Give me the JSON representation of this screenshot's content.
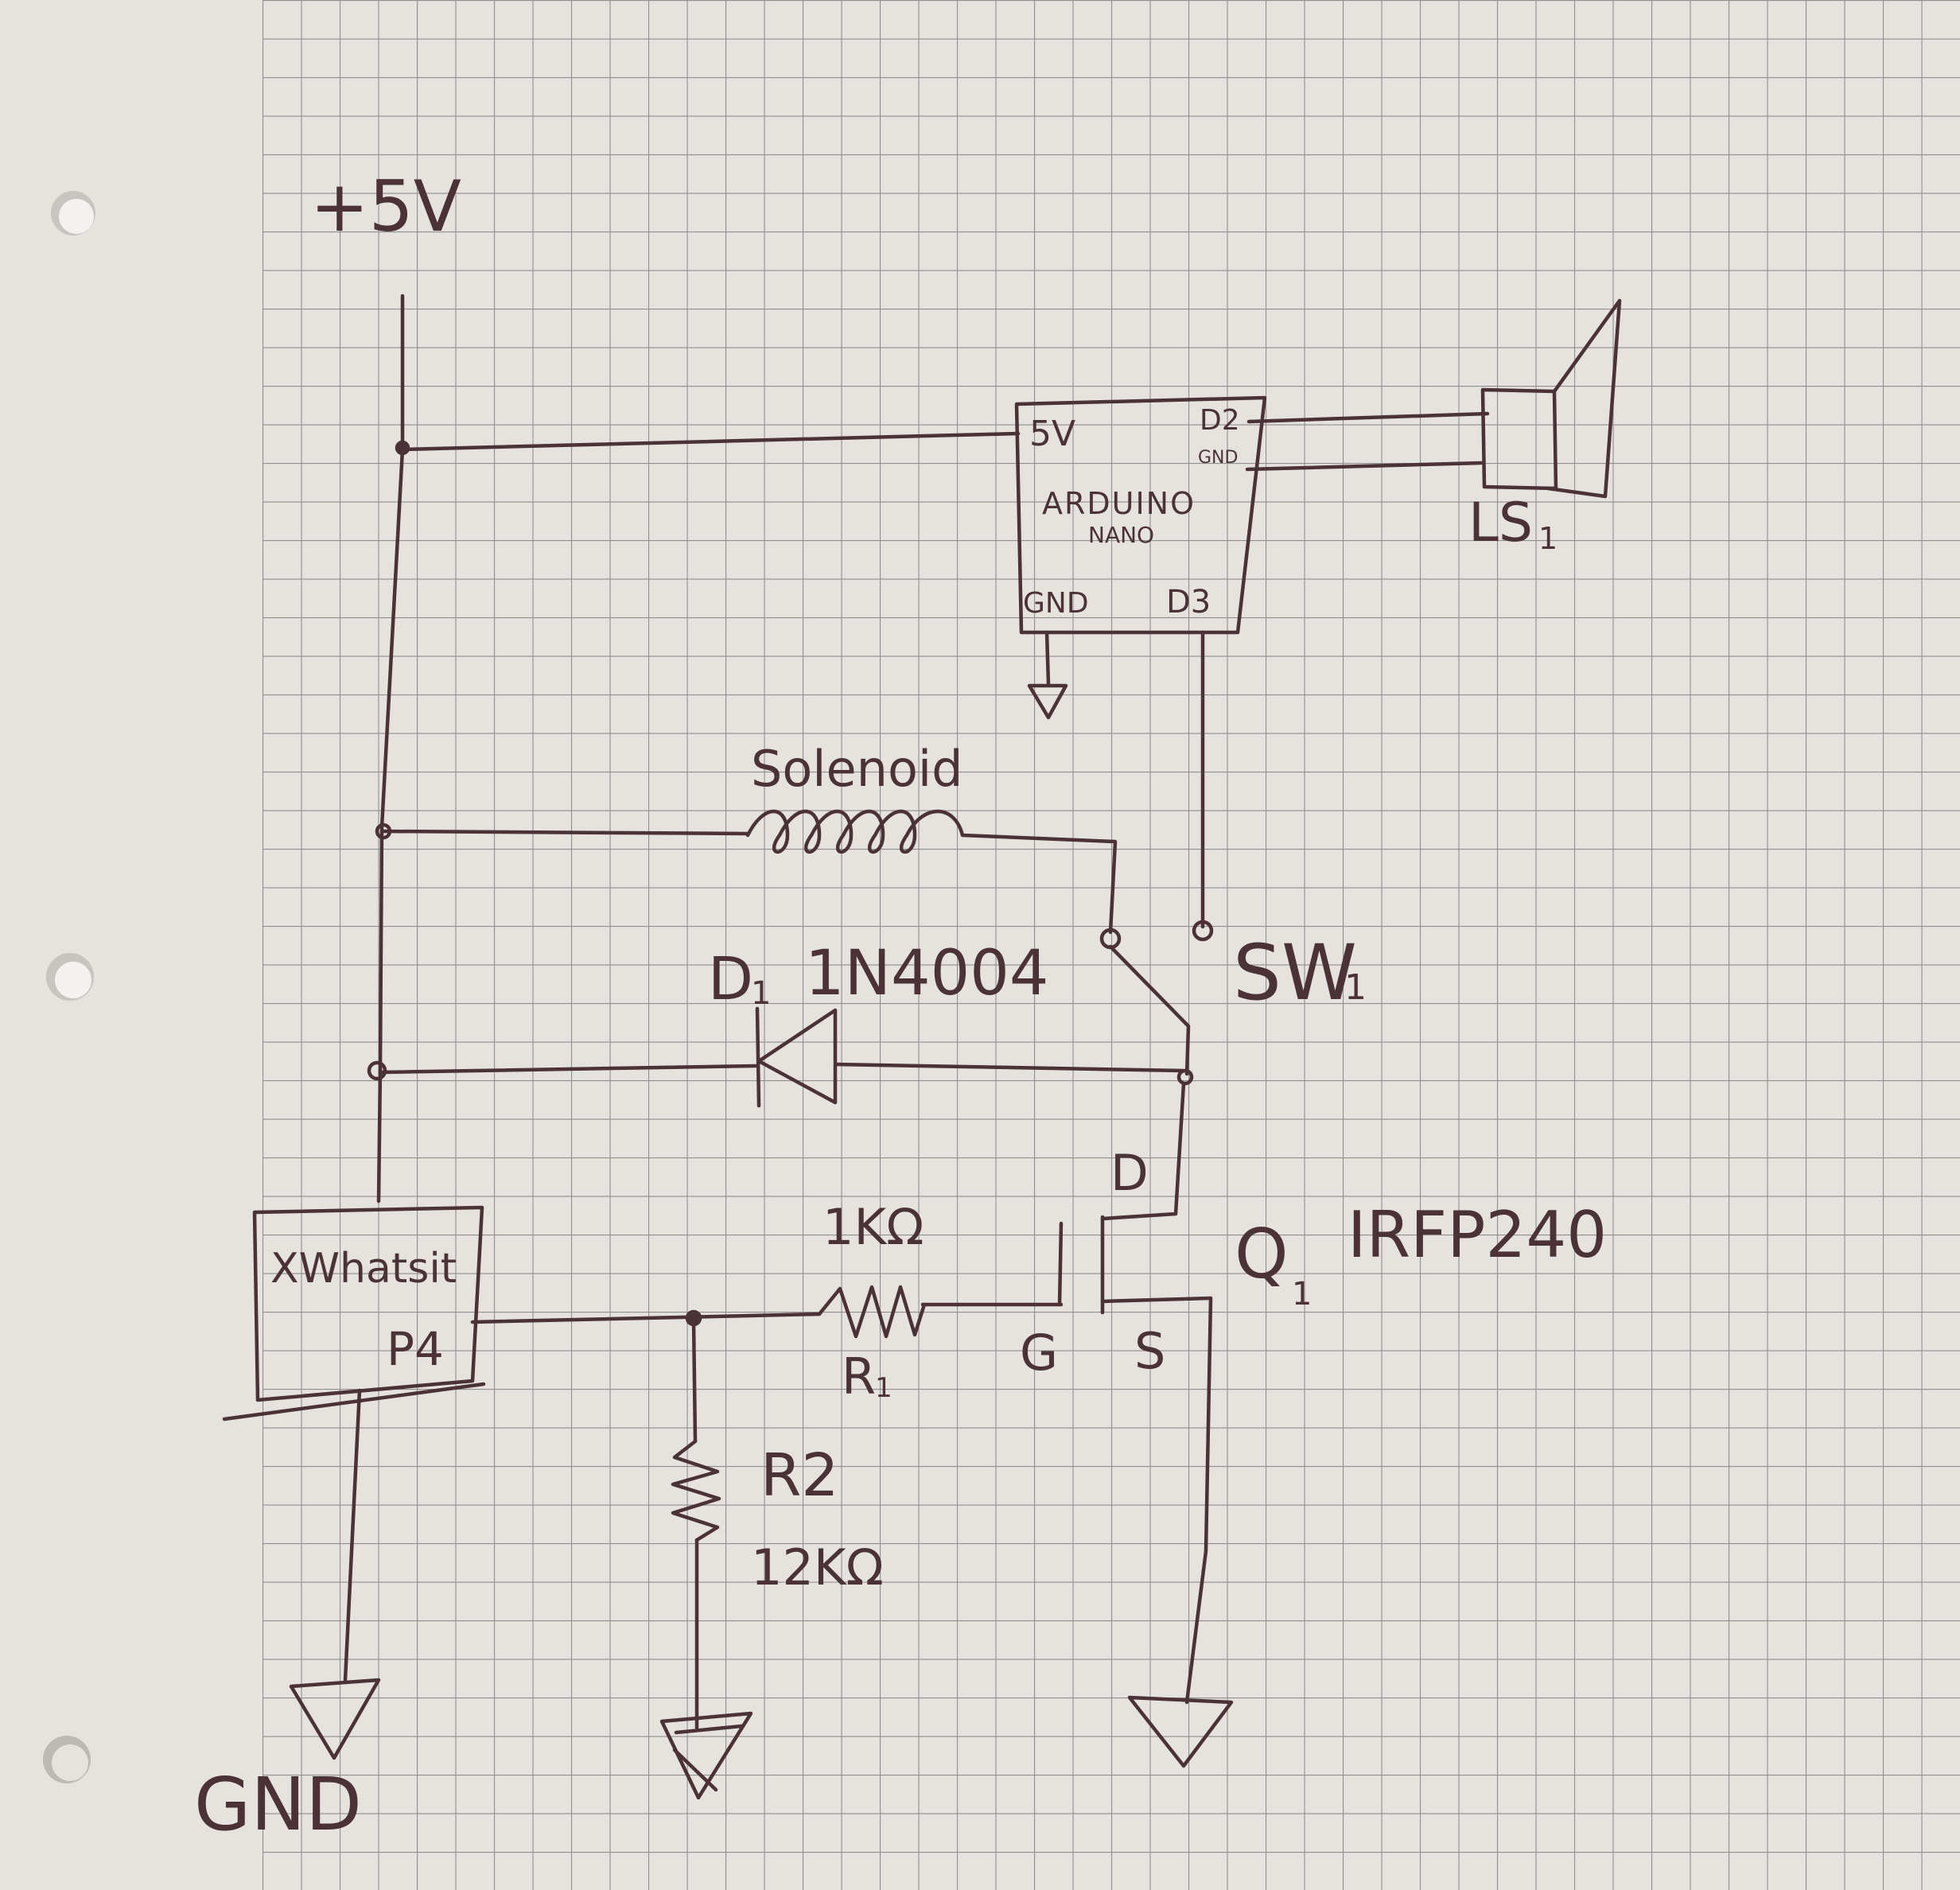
{
  "colors": {
    "paper": "#eceae6",
    "margin_shadow": "#e2dfdb",
    "grid": "#8f8f8f",
    "ink": "#4a3236",
    "punch_hole": "#bdbab6"
  },
  "labels": {
    "supply": "+5V",
    "ground": "GND",
    "arduino_name": "ARDUINO",
    "arduino_sub": "NANO",
    "arduino_5v": "5V",
    "arduino_d2": "D2",
    "arduino_gnd_right": "GND",
    "arduino_gnd": "GND",
    "arduino_d3": "D3",
    "speaker_ref": "LS",
    "speaker_sub": "1",
    "solenoid": "Solenoid",
    "switch_ref": "SW",
    "switch_sub": "1",
    "diode_ref": "D",
    "diode_sub": "1",
    "diode_part": "1N4004",
    "xwhatsit": "XWhatsit",
    "xwhatsit_pin": "P4",
    "r1_value": "1KΩ",
    "r1_ref": "R",
    "r1_sub": "1",
    "r2_ref": "R2",
    "r2_value": "12KΩ",
    "mosfet_ref": "Q",
    "mosfet_sub": "1",
    "mosfet_part": "IRFP240",
    "pin_d": "D",
    "pin_g": "G",
    "pin_s": "S"
  },
  "icons": {
    "ground_symbol": "ground-icon",
    "speaker_symbol": "speaker-icon",
    "coil_symbol": "inductor-coil-icon",
    "diode_symbol": "diode-icon",
    "resistor_symbol": "resistor-icon",
    "mosfet_symbol": "mosfet-icon",
    "switch_symbol": "switch-icon",
    "punch_hole": "punch-hole-icon"
  }
}
